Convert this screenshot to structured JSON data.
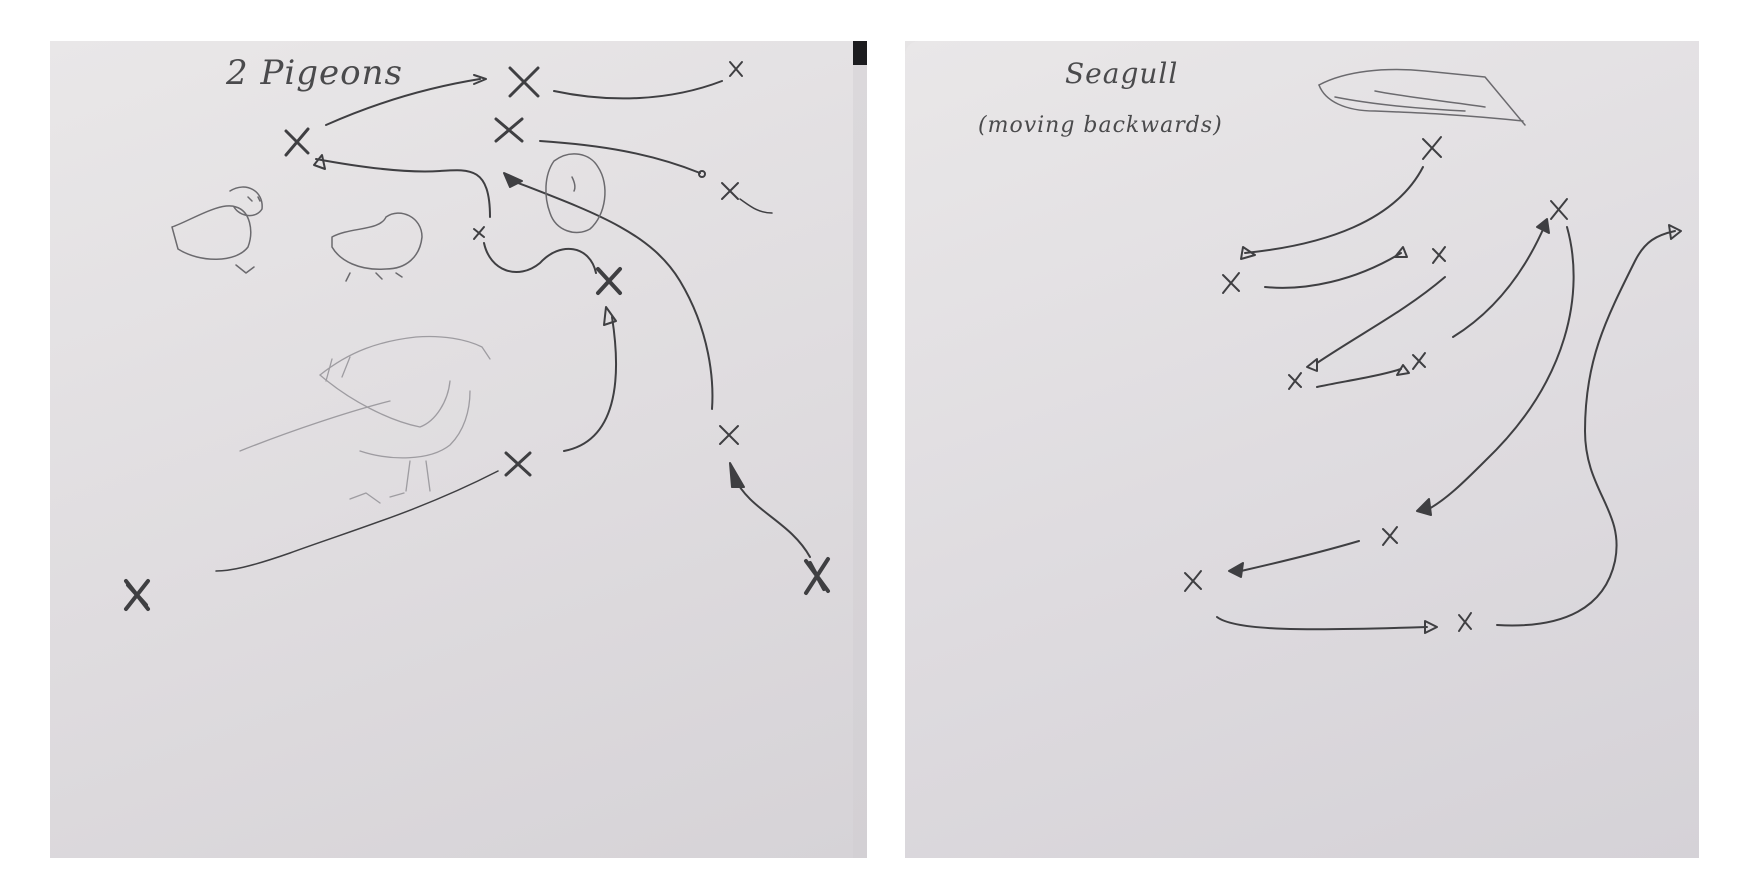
{
  "panels": [
    {
      "id": "left",
      "title": "2 Pigeons"
    },
    {
      "id": "right",
      "title": "Seagull",
      "subtitle": "(moving backwards)"
    }
  ],
  "colors": {
    "paper": "#e4e2e3",
    "pencil": "#3f3f42",
    "light_pencil": "#a9a7ab",
    "background": "#ffffff",
    "shadow": "#1c1c1f"
  }
}
